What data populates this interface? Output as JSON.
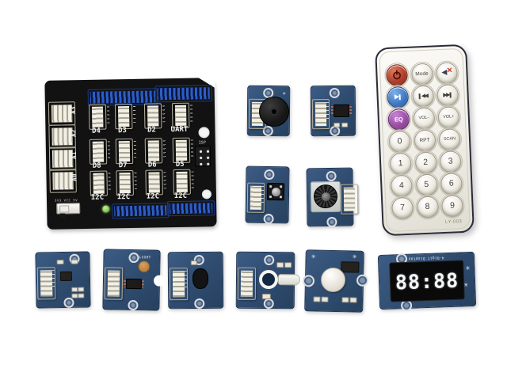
{
  "photo": {
    "description": "Product photo: Grove starter kit - base shield, Grove sensor modules, IR remote control and 4-digit display on white background",
    "background_color": "#ffffff"
  },
  "colors": {
    "pcb_blue": "#35547C",
    "shield_black": "#121212",
    "header_blue": "#2C5EC6",
    "connector_cream": "#F1EEE3",
    "remote_body": "#F3F1EA",
    "power_button_red": "#B03A28",
    "play_button_blue": "#3A77C8",
    "eq_button_purple": "#9A49A6",
    "led_green": "#7CC54E",
    "display_digits_white": "#F4F6F8"
  },
  "base_shield": {
    "port_labels": [
      "D4",
      "D3",
      "D2",
      "UART",
      "D8",
      "D7",
      "D6",
      "D5",
      "I2C",
      "I2C",
      "I2C",
      "I2C"
    ],
    "analog_labels": [
      "A3",
      "A2",
      "A1",
      "A0"
    ],
    "isp_label": "ISP",
    "power_switch_label": "3V3 VCC 5V"
  },
  "modules": {
    "light_sensor_label": "LIGHT",
    "buzzer_polarity_mark": "+"
  },
  "display": {
    "value": "88:88",
    "board_label": "4-Digit Display"
  },
  "remote": {
    "model_label": "LY-003",
    "buttons": {
      "power": {
        "icon": "power-icon"
      },
      "mode": {
        "label": "Mode"
      },
      "mute": {
        "icon": "mute-speaker-icon"
      },
      "play_pause": {
        "icon": "play-pause-icon"
      },
      "prev": {
        "icon": "previous-track-icon"
      },
      "next": {
        "icon": "next-track-icon"
      },
      "eq": {
        "label": "EQ"
      },
      "vol_down": {
        "label": "VOL-"
      },
      "vol_up": {
        "label": "VOL+"
      },
      "zero": {
        "label": "0"
      },
      "rpt": {
        "label": "RPT"
      },
      "scan": {
        "label": "SCAN"
      },
      "one": {
        "label": "1"
      },
      "two": {
        "label": "2"
      },
      "three": {
        "label": "3"
      },
      "four": {
        "label": "4"
      },
      "five": {
        "label": "5"
      },
      "six": {
        "label": "6"
      },
      "seven": {
        "label": "7"
      },
      "eight": {
        "label": "8"
      },
      "nine": {
        "label": "9"
      }
    }
  },
  "icons": {
    "seeed_logo_mark": "✳",
    "speaker_glyph": "◀",
    "cross_glyph": "✕",
    "play_glyph": "▶",
    "prev_glyph": "◀◀",
    "next_glyph": "▶▶"
  }
}
